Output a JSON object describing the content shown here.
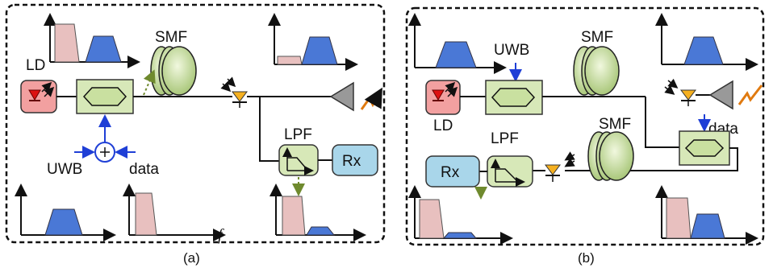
{
  "panel_a": {
    "caption": "(a)",
    "ld_label": "LD",
    "smf_label": "SMF",
    "lpf_label": "LPF",
    "rx_label": "Rx",
    "uwb_label": "UWB",
    "data_label": "data",
    "freq_axis_label": "f"
  },
  "panel_b": {
    "caption": "(b)",
    "ld_label": "LD",
    "uwb_label": "UWB",
    "smf1_label": "SMF",
    "smf2_label": "SMF",
    "data_label": "data",
    "lpf_label": "LPF",
    "rx_label": "Rx"
  },
  "colors": {
    "spectrum_pink": "#e8c0bf",
    "spectrum_blue": "#4a78d6",
    "ld_red": "#f2a0a0",
    "mod_green": "#d7e8b8",
    "rx_blue": "#a9d6ea",
    "arrow_blue": "#1f3fd6",
    "arrow_green": "#6f8a2e",
    "spark_orange": "#e07a10"
  }
}
